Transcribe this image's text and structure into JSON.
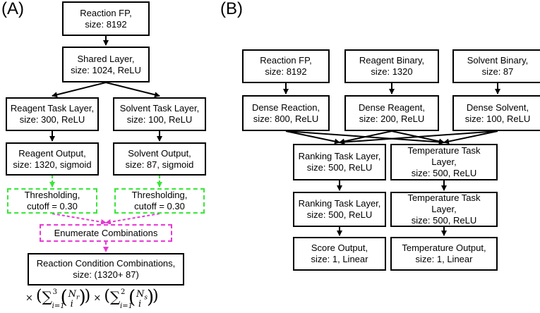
{
  "panel_a": {
    "label": "(A)",
    "fp": {
      "line1": "Reaction FP,",
      "line2": "size: 8192"
    },
    "shared": {
      "line1": "Shared Layer,",
      "line2": "size: 1024, ReLU"
    },
    "reagent_task": {
      "line1": "Reagent Task Layer,",
      "line2": "size: 300, ReLU"
    },
    "solvent_task": {
      "line1": "Solvent Task Layer,",
      "line2": "size: 100, ReLU"
    },
    "reagent_output": {
      "line1": "Reagent Output,",
      "line2": "size: 1320, sigmoid"
    },
    "solvent_output": {
      "line1": "Solvent Output,",
      "line2": "size: 87, sigmoid"
    },
    "thresh_left": {
      "line1": "Thresholding,",
      "line2": "cutoff = 0.30"
    },
    "thresh_right": {
      "line1": "Thresholding,",
      "line2": "cutoff = 0.30"
    },
    "enumerate": {
      "line1": "Enumerate Combinations"
    },
    "combinations": {
      "line1": "Reaction Condition Combinations,",
      "line2": "size: (1320+ 87)"
    },
    "formula": {
      "times1": "×",
      "upper1": "3",
      "lower1": "i=1",
      "n1": "N",
      "sub1": "r",
      "i1": "i",
      "times2": "×",
      "upper2": "2",
      "lower2": "i=1",
      "n2": "N",
      "sub2": "s",
      "i2": "i"
    }
  },
  "panel_b": {
    "label": "(B)",
    "fp": {
      "line1": "Reaction FP,",
      "line2": "size: 8192"
    },
    "reagent_binary": {
      "line1": "Reagent Binary,",
      "line2": "size: 1320"
    },
    "solvent_binary": {
      "line1": "Solvent Binary,",
      "line2": "size: 87"
    },
    "dense_reaction": {
      "line1": "Dense Reaction,",
      "line2": "size: 800, ReLU"
    },
    "dense_reagent": {
      "line1": "Dense Reagent,",
      "line2": "size: 200, ReLU"
    },
    "dense_solvent": {
      "line1": "Dense Solvent,",
      "line2": "size: 100, ReLU"
    },
    "ranking1": {
      "line1": "Ranking Task Layer,",
      "line2": "size: 500, ReLU"
    },
    "temperature1": {
      "line1": "Temperature Task",
      "line2": "Layer,",
      "line3": "size: 500, ReLU"
    },
    "ranking2": {
      "line1": "Ranking Task Layer,",
      "line2": "size: 500, ReLU"
    },
    "temperature2": {
      "line1": "Temperature Task",
      "line2": "Layer,",
      "line3": "size: 500, ReLU"
    },
    "score_output": {
      "line1": "Score Output,",
      "line2": "size: 1, Linear"
    },
    "temperature_output": {
      "line1": "Temperature Output,",
      "line2": "size: 1, Linear"
    }
  },
  "colors": {
    "box_border": "#000000",
    "threshold_dash": "#39e639",
    "enumerate_dash": "#e639d4"
  }
}
